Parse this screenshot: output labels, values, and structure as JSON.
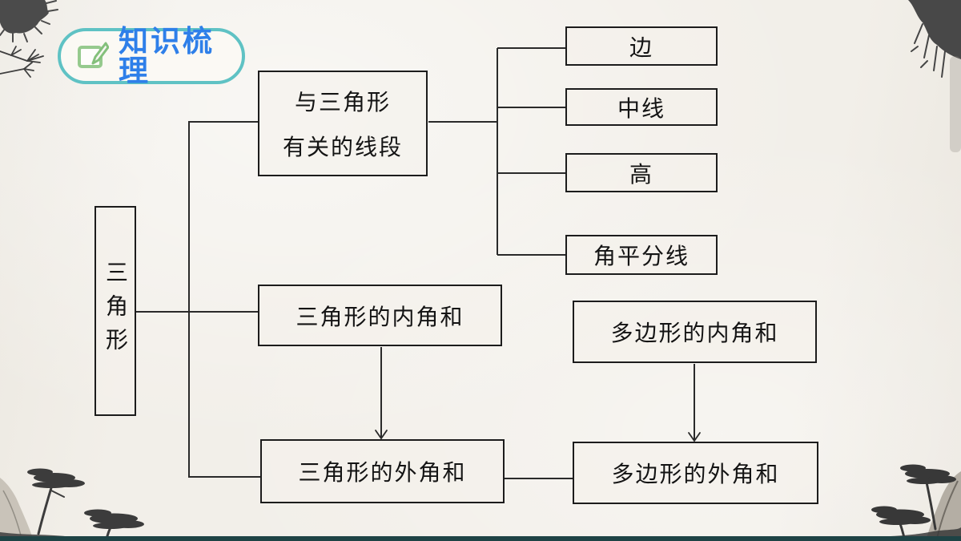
{
  "page": {
    "background_color": "#f2efe9",
    "bottom_bar_color": "#1e4345",
    "line_color": "#2a2a2a"
  },
  "badge": {
    "label": "知识梳理",
    "text_color": "#2e7fe9",
    "border_color": "#5fc2c4",
    "icon": "pencil-square-icon",
    "icon_color": "#96ca8e"
  },
  "diagram": {
    "nodes": {
      "triangle": {
        "label": "三角形"
      },
      "segments": {
        "label_line1": "与三角形",
        "label_line2": "有关的线段"
      },
      "side": {
        "label": "边"
      },
      "median": {
        "label": "中线"
      },
      "altitude": {
        "label": "高"
      },
      "bisector": {
        "label": "角平分线"
      },
      "tri_interior": {
        "label": "三角形的内角和"
      },
      "poly_interior": {
        "label": "多边形的内角和"
      },
      "tri_exterior": {
        "label": "三角形的外角和"
      },
      "poly_exterior": {
        "label": "多边形的外角和"
      }
    },
    "edges": [
      {
        "from": "三角形",
        "to": "与三角形有关的线段",
        "style": "line"
      },
      {
        "from": "三角形",
        "to": "三角形的内角和",
        "style": "line"
      },
      {
        "from": "三角形",
        "to": "三角形的外角和",
        "style": "line"
      },
      {
        "from": "与三角形有关的线段",
        "to": "边",
        "style": "line"
      },
      {
        "from": "与三角形有关的线段",
        "to": "中线",
        "style": "line"
      },
      {
        "from": "与三角形有关的线段",
        "to": "高",
        "style": "line"
      },
      {
        "from": "与三角形有关的线段",
        "to": "角平分线",
        "style": "line"
      },
      {
        "from": "三角形的内角和",
        "to": "三角形的外角和",
        "style": "arrow"
      },
      {
        "from": "多边形的内角和",
        "to": "多边形的外角和",
        "style": "arrow"
      },
      {
        "from": "三角形的外角和",
        "to": "多边形的外角和",
        "style": "line"
      }
    ]
  }
}
